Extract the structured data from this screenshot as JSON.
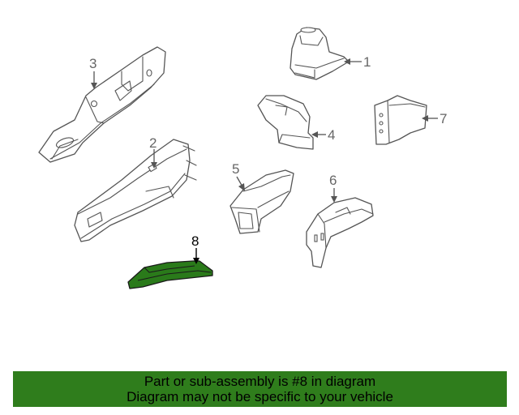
{
  "diagram": {
    "highlighted_part": "8",
    "highlight_color": "#2a7a1a",
    "callouts": [
      {
        "id": "c1",
        "label": "1"
      },
      {
        "id": "c2",
        "label": "2"
      },
      {
        "id": "c3",
        "label": "3"
      },
      {
        "id": "c4",
        "label": "4"
      },
      {
        "id": "c5",
        "label": "5"
      },
      {
        "id": "c6",
        "label": "6"
      },
      {
        "id": "c7",
        "label": "7"
      },
      {
        "id": "c8",
        "label": "8"
      }
    ]
  },
  "banner": {
    "line1": "Part or sub-assembly is #8 in diagram",
    "line2": "Diagram may not be specific to your vehicle",
    "background": "#2f7d1c"
  }
}
